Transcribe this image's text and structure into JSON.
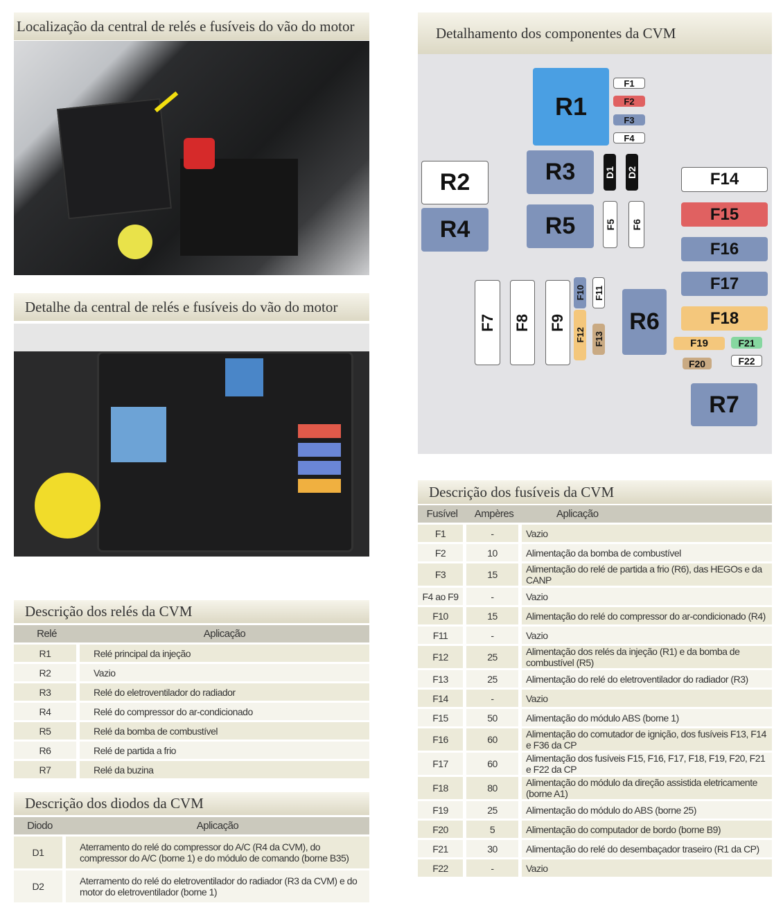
{
  "photo1": {
    "title": "Localização da central de relés e fusíveis do vão do motor"
  },
  "photo2": {
    "title": "Detalhe da central de relés e fusíveis do vão do motor"
  },
  "diagram": {
    "title": "Detalhamento dos componentes da CVM",
    "labels": {
      "R1": "R1",
      "R2": "R2",
      "R3": "R3",
      "R4": "R4",
      "R5": "R5",
      "R6": "R6",
      "R7": "R7",
      "D1": "D1",
      "D2": "D2",
      "F1": "F1",
      "F2": "F2",
      "F3": "F3",
      "F4": "F4",
      "F5": "F5",
      "F6": "F6",
      "F7": "F7",
      "F8": "F8",
      "F9": "F9",
      "F10": "F10",
      "F11": "F11",
      "F12": "F12",
      "F13": "F13",
      "F14": "F14",
      "F15": "F15",
      "F16": "F16",
      "F17": "F17",
      "F18": "F18",
      "F19": "F19",
      "F20": "F20",
      "F21": "F21",
      "F22": "F22"
    },
    "colors": {
      "blue": "#4a9fe3",
      "slate": "#7f93ba",
      "red": "#e06161",
      "orange": "#f4c77c",
      "tan": "#c9aa83",
      "green": "#86d7a0"
    }
  },
  "relays": {
    "title": "Descrição dos relés da CVM",
    "headers": [
      "Relé",
      "Aplicação"
    ],
    "rows": [
      [
        "R1",
        "Relé principal da injeção"
      ],
      [
        "R2",
        "Vazio"
      ],
      [
        "R3",
        "Relé do eletroventilador do radiador"
      ],
      [
        "R4",
        "Relé do compressor do ar-condicionado"
      ],
      [
        "R5",
        "Relé da bomba de combustível"
      ],
      [
        "R6",
        "Relé de partida a frio"
      ],
      [
        "R7",
        "Relé da buzina"
      ]
    ]
  },
  "diodes": {
    "title": "Descrição dos diodos da CVM",
    "headers": [
      "Diodo",
      "Aplicação"
    ],
    "rows": [
      [
        "D1",
        "Aterramento do relé do compressor do A/C (R4 da CVM), do compressor do A/C (borne 1) e do módulo de comando (borne B35)"
      ],
      [
        "D2",
        "Aterramento do relé do eletroventilador do radiador (R3 da CVM) e do motor do eletroventilador (borne 1)"
      ]
    ]
  },
  "fuses": {
    "title": "Descrição dos fusíveis da CVM",
    "headers": [
      "Fusível",
      "Ampères",
      "Aplicação"
    ],
    "rows": [
      [
        "F1",
        "-",
        "Vazio"
      ],
      [
        "F2",
        "10",
        "Alimentação da bomba de combustível"
      ],
      [
        "F3",
        "15",
        "Alimentação do relé de partida a frio (R6), das HEGOs e da CANP"
      ],
      [
        "F4 ao F9",
        "-",
        "Vazio"
      ],
      [
        "F10",
        "15",
        "Alimentação do relé do compressor do ar-condicionado (R4)"
      ],
      [
        "F11",
        "-",
        "Vazio"
      ],
      [
        "F12",
        "25",
        "Alimentação dos relés da injeção (R1) e da bomba de combustível (R5)"
      ],
      [
        "F13",
        "25",
        "Alimentação do relé do eletroventilador do radiador (R3)"
      ],
      [
        "F14",
        "-",
        "Vazio"
      ],
      [
        "F15",
        "50",
        "Alimentação do módulo ABS (borne 1)"
      ],
      [
        "F16",
        "60",
        "Alimentação do comutador de ignição, dos fusíveis F13, F14 e F36 da CP"
      ],
      [
        "F17",
        "60",
        "Alimentação dos fusíveis F15, F16, F17, F18, F19, F20, F21 e F22 da CP"
      ],
      [
        "F18",
        "80",
        "Alimentação do módulo da direção assistida eletricamente (borne A1)"
      ],
      [
        "F19",
        "25",
        "Alimentação do módulo do ABS (borne 25)"
      ],
      [
        "F20",
        "5",
        "Alimentação do computador de bordo (borne B9)"
      ],
      [
        "F21",
        "30",
        "Alimentação do relé do desembaçador traseiro (R1 da CP)"
      ],
      [
        "F22",
        "-",
        "Vazio"
      ]
    ]
  }
}
